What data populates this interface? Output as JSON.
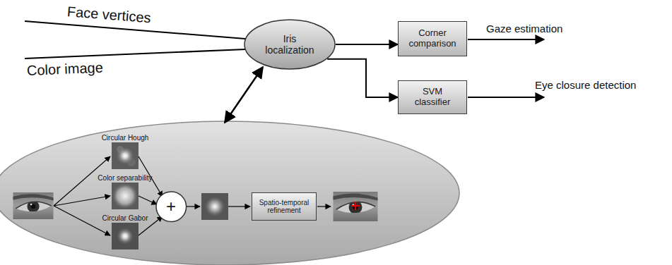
{
  "diagram": {
    "nodes": [
      {
        "text": [
          "Iris localization"
        ]
      },
      {
        "text": [
          "Corner comparison"
        ]
      },
      {
        "text": [
          "SVM classifier"
        ]
      },
      {
        "text": [
          "+"
        ]
      },
      {
        "text": [
          "Spatio-temporal refinement"
        ]
      }
    ],
    "edges": [
      {
        "from": 0,
        "to": 1,
        "arrow": "to"
      },
      {
        "from": 0,
        "to": 2,
        "arrow": "to"
      }
    ],
    "labels": [
      "Face vertices",
      "Color image",
      "Gaze estimation",
      "Eye closure detection",
      "Circular Hough",
      "Color separability",
      "Circular Gabor"
    ]
  }
}
